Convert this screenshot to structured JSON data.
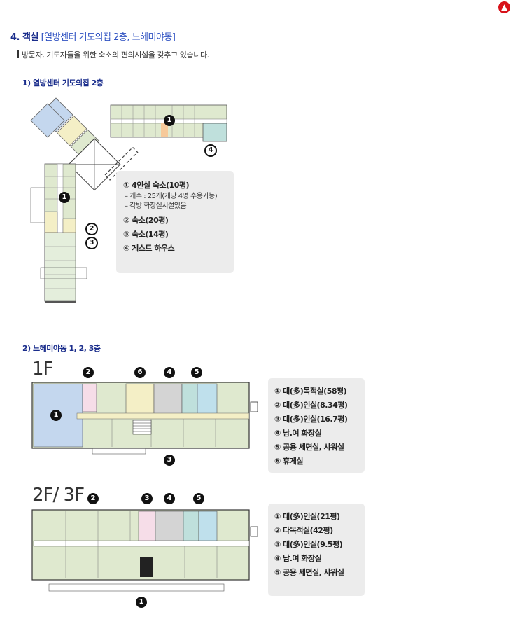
{
  "nav": {
    "top_icon": "arrow-up-icon"
  },
  "heading": {
    "number": "4. 객실",
    "subtitle": "[열방센터 기도의집 2층, 느헤미야동]"
  },
  "description": "방문자, 기도자들을 위한 숙소의 편의시설을 갖추고 있습니다.",
  "section1": {
    "title": "1) 열방센터 기도의집 2층",
    "legend": [
      {
        "label": "① 4인실 숙소(10평)",
        "subs": [
          "– 개수 : 25개(개당 4명 수용가능)",
          "– 각방 화장실시설있음"
        ]
      },
      {
        "label": "② 숙소(20평)"
      },
      {
        "label": "③ 숙소(14평)"
      },
      {
        "label": "④ 게스트 하우스"
      }
    ],
    "markers": [
      "1",
      "1",
      "2",
      "3",
      "4"
    ]
  },
  "section2": {
    "title": "2) 느헤미야동 1, 2, 3층",
    "floor1": {
      "label": "1F",
      "legend": [
        "① 대(多)목적실(58평)",
        "② 대(多)인실(8.34평)",
        "③ 대(多)인실(16.7평)",
        "④ 남.여 화장실",
        "⑤ 공용 세면실, 샤워실",
        "⑥ 휴게실"
      ],
      "markers": [
        "1",
        "2",
        "3",
        "4",
        "5",
        "6"
      ]
    },
    "floor2": {
      "label": "2F/ 3F",
      "legend": [
        "① 대(多)인실(21평)",
        "② 다목적실(42평)",
        "③ 대(多)인실(9.5평)",
        "④ 남.여 화장실",
        "⑤ 공용 세면실, 샤워실"
      ],
      "markers": [
        "1",
        "2",
        "3",
        "4",
        "5"
      ]
    }
  },
  "colors": {
    "green": "#dfe9cf",
    "blue": "#c4d7ee",
    "yellow": "#f4efc6",
    "pink": "#f6dde8",
    "gray": "#d4d4d4",
    "teal": "#bfe0dc",
    "sky": "#bfe0ec"
  }
}
